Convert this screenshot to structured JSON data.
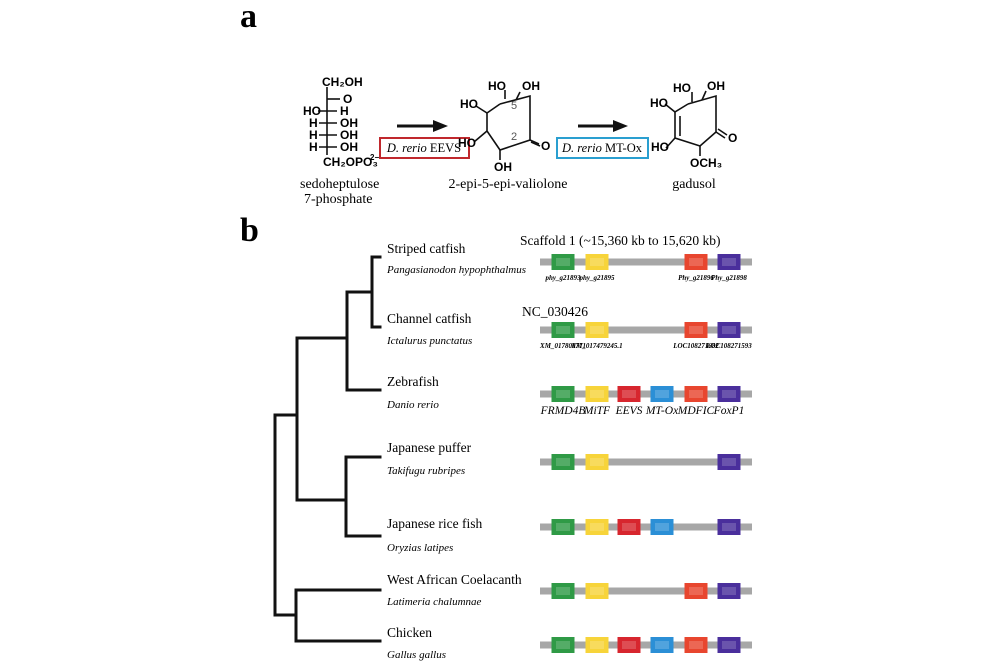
{
  "panel_a": {
    "label": "a",
    "substrate": {
      "atoms": [
        "CH₂OH",
        "O",
        "HO",
        "H",
        "H",
        "OH",
        "H",
        "OH",
        "H",
        "OH",
        "CH₂OPO₃",
        "2−"
      ],
      "caption_line1": "sedoheptulose",
      "caption_line2": "7-phosphate"
    },
    "enzyme1": {
      "species": "D. rerio",
      "name": "EEVS"
    },
    "intermediate": {
      "atoms": [
        "HO",
        "OH",
        "HO",
        "HO",
        "O",
        "OH",
        "5",
        "2"
      ],
      "caption": "2-epi-5-epi-valiolone"
    },
    "enzyme2": {
      "species": "D. rerio",
      "name": "MT-Ox"
    },
    "product": {
      "atoms": [
        "HO",
        "OH",
        "HO",
        "HO",
        "O",
        "OCH₃"
      ],
      "caption": "gadusol"
    },
    "colors": {
      "enzyme1_box": "#c0282d",
      "enzyme2_box": "#2a9fd0"
    }
  },
  "panel_b": {
    "label": "b",
    "species": [
      {
        "common": "Striped catfish",
        "latin": "Pangasianodon hypophthalmus"
      },
      {
        "common": "Channel catfish",
        "latin": "Ictalurus punctatus"
      },
      {
        "common": "Zebrafish",
        "latin": "Danio rerio"
      },
      {
        "common": "Japanese puffer",
        "latin": "Takifugu rubripes"
      },
      {
        "common": "Japanese rice fish",
        "latin": "Oryzias latipes"
      },
      {
        "common": "West African Coelacanth",
        "latin": "Latimeria chalumnae"
      },
      {
        "common": "Chicken",
        "latin": "Gallus gallus"
      }
    ],
    "row_headers": [
      "Scaffold 1 (~15,360 kb to 15,620 kb)",
      "NC_030426"
    ],
    "gene_colors": {
      "FRMD4B": "#2f9a46",
      "MiTF": "#f7d43a",
      "EEVS": "#d7262e",
      "MT-Ox": "#2b8fd6",
      "MDFIC": "#e8462f",
      "FoxP1": "#4a2f9c"
    },
    "gene_names": [
      "FRMD4B",
      "MiTF",
      "EEVS",
      "MT-Ox",
      "MDFIC",
      "FoxP1"
    ],
    "rows": [
      {
        "genes": [
          "FRMD4B",
          "MiTF",
          "MDFIC",
          "FoxP1"
        ],
        "labels": [
          "phy_g21893",
          "phy_g21895",
          "Phy_g21896",
          "Phy_g21898"
        ]
      },
      {
        "genes": [
          "FRMD4B",
          "MiTF",
          "MDFIC",
          "FoxP1"
        ],
        "labels": [
          "XM_017800771",
          "XM_017479245.1",
          "LOC108271682",
          "LOC108271593"
        ]
      },
      {
        "genes": [
          "FRMD4B",
          "MiTF",
          "EEVS",
          "MT-Ox",
          "MDFIC",
          "FoxP1"
        ],
        "labels": []
      },
      {
        "genes": [
          "FRMD4B",
          "MiTF",
          "FoxP1"
        ],
        "labels": []
      },
      {
        "genes": [
          "FRMD4B",
          "MiTF",
          "EEVS",
          "MT-Ox",
          "FoxP1"
        ],
        "labels": []
      },
      {
        "genes": [
          "FRMD4B",
          "MiTF",
          "MDFIC",
          "FoxP1"
        ],
        "labels": []
      },
      {
        "genes": [
          "FRMD4B",
          "MiTF",
          "EEVS",
          "MT-Ox",
          "MDFIC",
          "FoxP1"
        ],
        "labels": []
      }
    ]
  }
}
